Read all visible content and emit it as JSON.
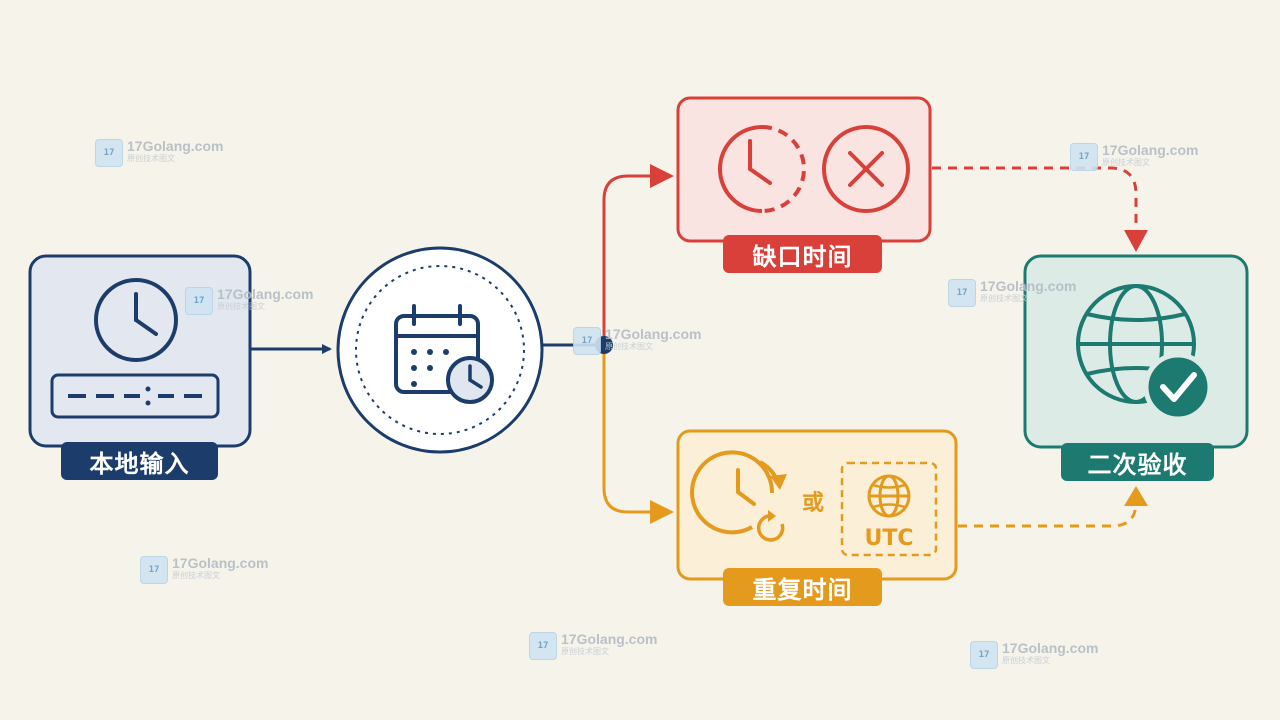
{
  "nodes": {
    "local_input": {
      "label": "本地输入",
      "color": "#1c3d6b"
    },
    "gap_time": {
      "label": "缺口时间",
      "color": "#d9403a"
    },
    "repeat_time": {
      "label": "重复时间",
      "color": "#e49a1d"
    },
    "second_check": {
      "label": "二次验收",
      "color": "#1c7a70"
    }
  },
  "repeat_panel": {
    "or_text": "或",
    "utc_text": "UTC"
  },
  "watermark": {
    "text": "17Golang.com",
    "subtext": "原创技术图文"
  },
  "icons": [
    "clock-icon",
    "time-input-icon",
    "calendar-clock-icon",
    "broken-clock-icon",
    "x-circle-icon",
    "repeat-clock-icon",
    "globe-icon",
    "globe-check-icon"
  ]
}
